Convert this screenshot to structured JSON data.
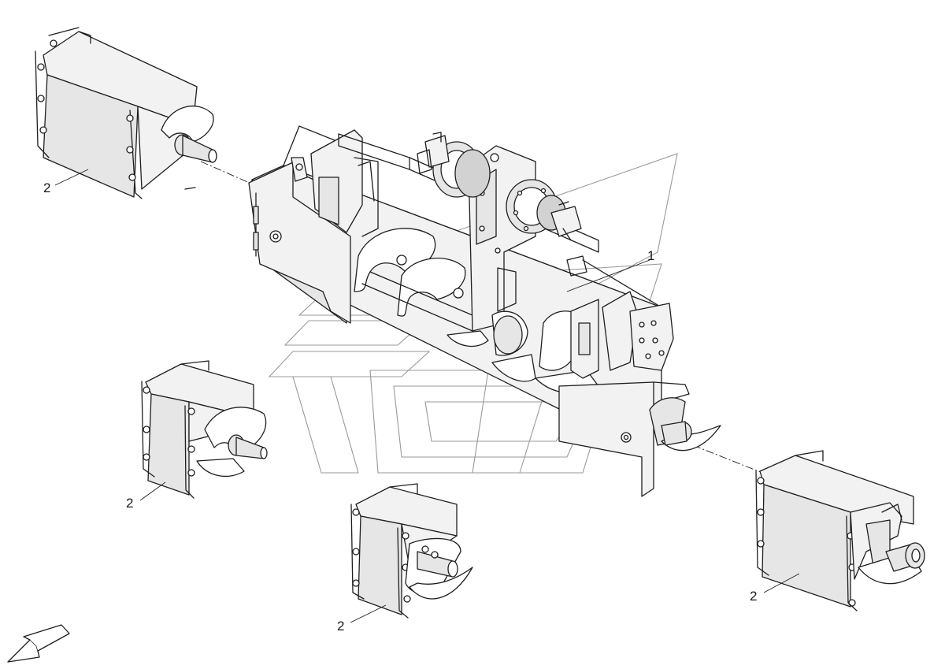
{
  "callouts": {
    "main_assembly": "1",
    "left_upper": "2",
    "left_middle": "2",
    "center_lower": "2",
    "right_lower": "2"
  },
  "icons": {
    "orientation_arrow": "orientation-arrow-icon",
    "watermark": "logo-watermark"
  },
  "colors": {
    "line": "#1f1f1f",
    "fill": "#e6e6e6",
    "watermark": "#9a9a9a"
  }
}
